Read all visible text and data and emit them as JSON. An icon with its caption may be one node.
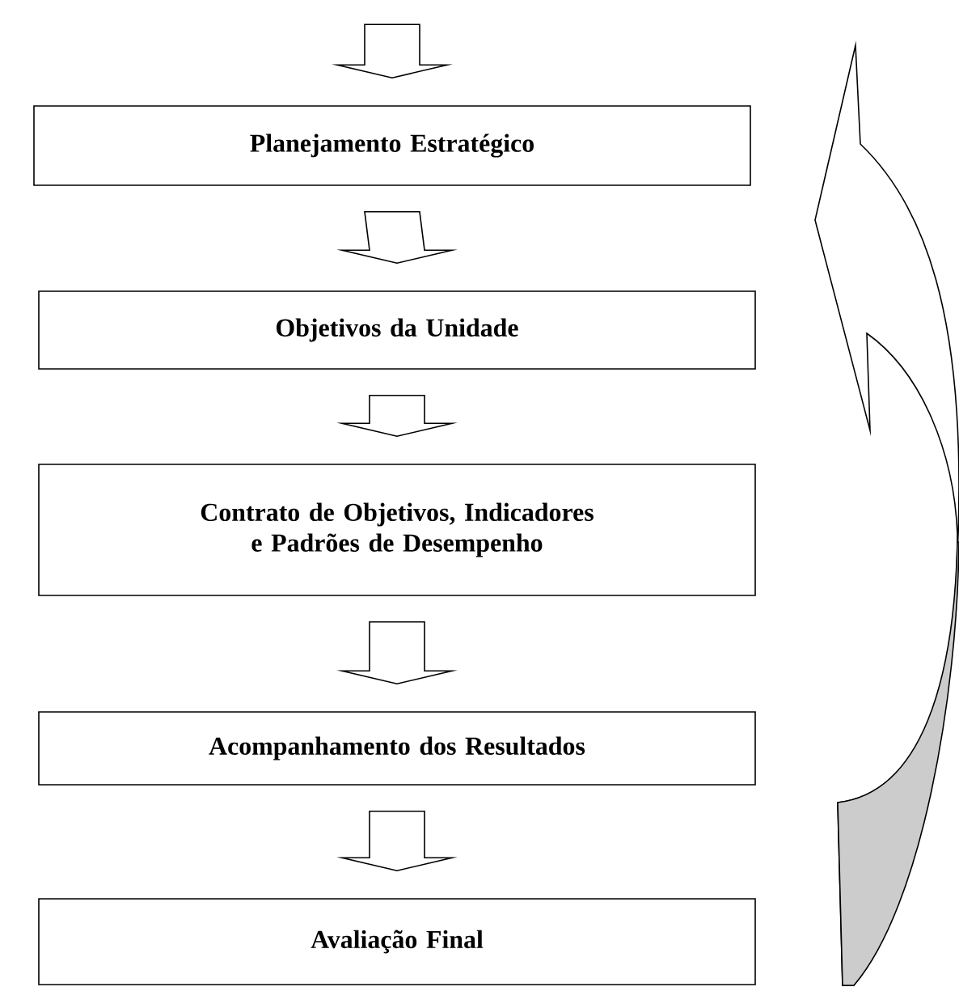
{
  "diagram": {
    "nodes": [
      {
        "text": [
          "Planejamento Estratégico"
        ]
      },
      {
        "text": [
          "Objetivos da Unidade"
        ]
      },
      {
        "text": [
          "Contrato de Objetivos, Indicadores e Padrões de Desempenho"
        ]
      },
      {
        "text": [
          "Acompanhamento dos Resultados"
        ]
      },
      {
        "text": [
          "Avaliação Final"
        ]
      }
    ],
    "edges": [
      {
        "from": null,
        "to": 0,
        "arrow": "to"
      },
      {
        "from": 0,
        "to": 1,
        "arrow": "to"
      },
      {
        "from": 1,
        "to": 2,
        "arrow": "to"
      },
      {
        "from": 2,
        "to": 3,
        "arrow": "to"
      },
      {
        "from": 3,
        "to": 4,
        "arrow": "to"
      }
    ]
  }
}
